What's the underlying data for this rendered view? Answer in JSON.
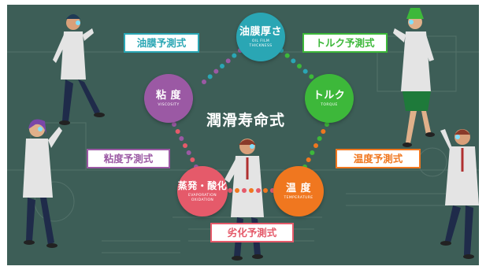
{
  "center_title": "潤滑寿命式",
  "nodes": {
    "oil_film": {
      "jp": "油膜厚さ",
      "en": "OIL FILM THICKNESS",
      "color": "#2aa6b4"
    },
    "viscosity": {
      "jp": "粘 度",
      "en": "VISCOSITY",
      "color": "#9b59a4"
    },
    "torque": {
      "jp": "トルク",
      "en": "TORQUE",
      "color": "#3db83a"
    },
    "evaporation": {
      "jp": "蒸発・酸化",
      "en": "EVAPORATION OXIDATION",
      "color": "#e55a6a"
    },
    "temperature": {
      "jp": "温 度",
      "en": "TEMPERATURE",
      "color": "#f0771f"
    }
  },
  "labels": {
    "oil_film_pred": {
      "text": "油膜予測式",
      "color": "#2aa6b4"
    },
    "torque_pred": {
      "text": "トルク予測式",
      "color": "#3db83a"
    },
    "viscosity_pred": {
      "text": "粘度予測式",
      "color": "#9b59a4"
    },
    "temperature_pred": {
      "text": "温度予測式",
      "color": "#f0771f"
    },
    "degradation_pred": {
      "text": "劣化予測式",
      "color": "#e55a6a"
    }
  },
  "colors": {
    "background": "#3d5e57",
    "lab_coat": "#e4e4e4"
  }
}
